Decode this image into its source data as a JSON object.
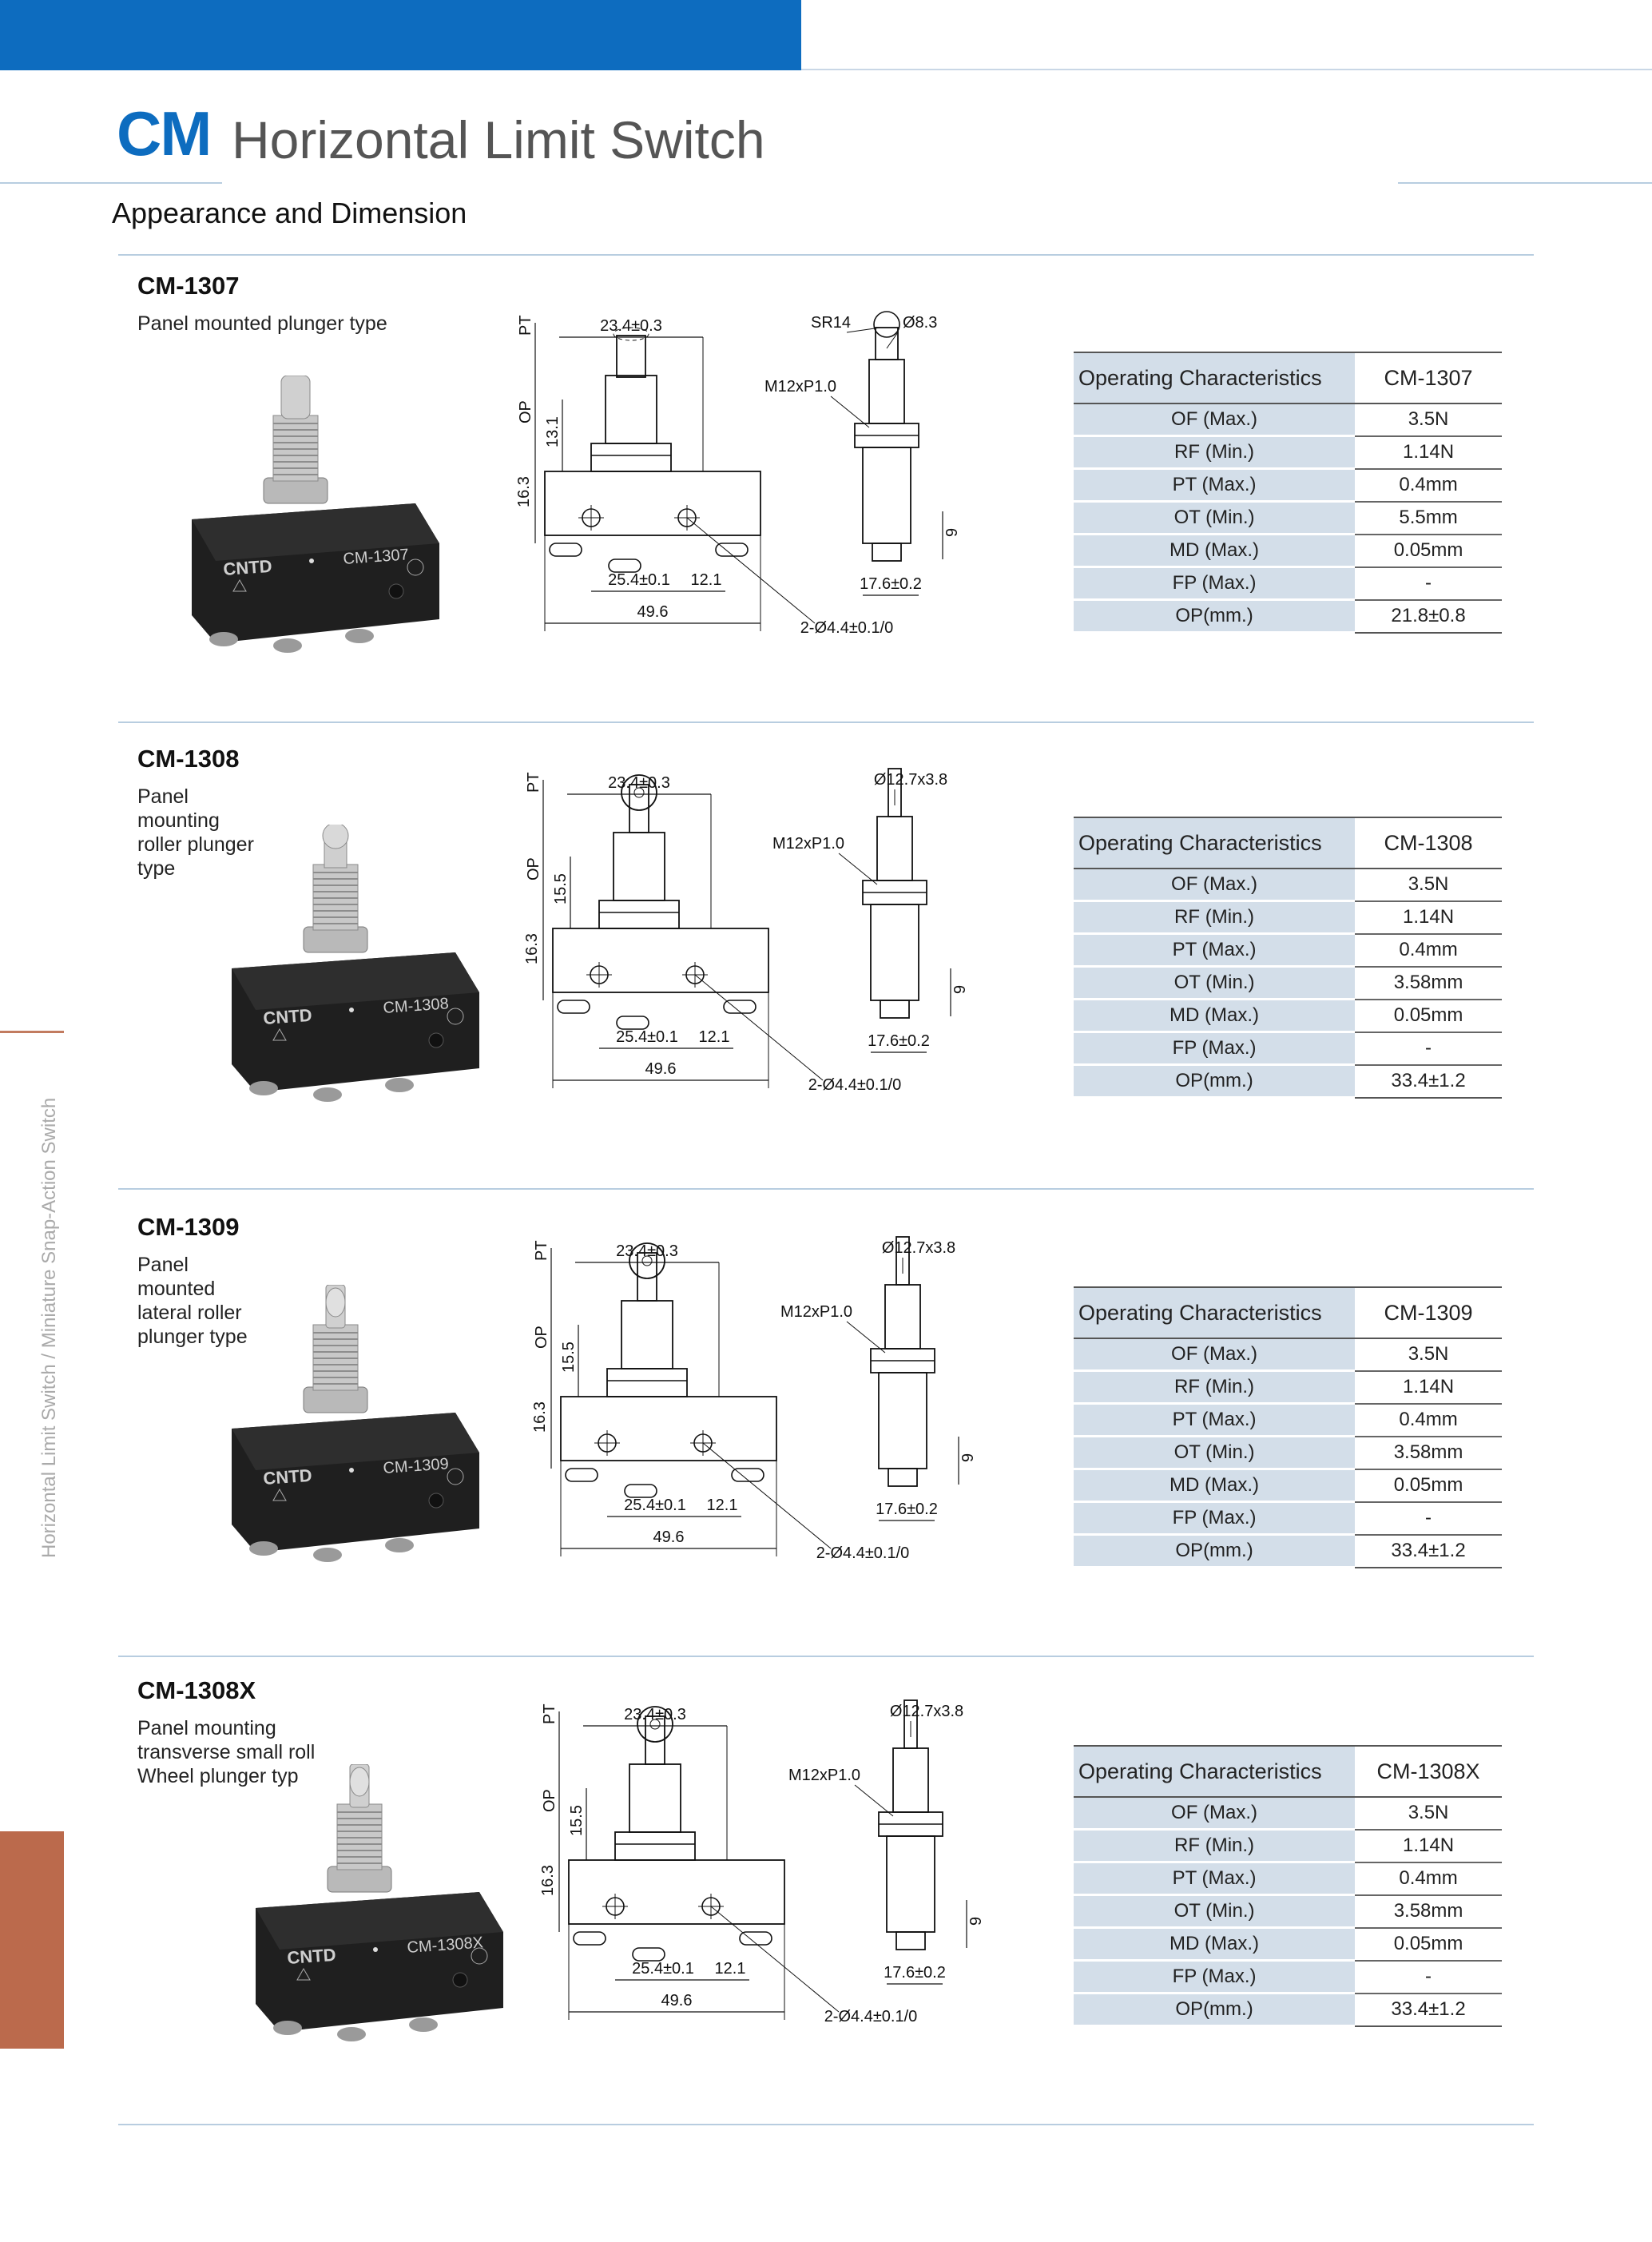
{
  "header": {
    "brand": "CM",
    "title": "Horizontal Limit Switch",
    "section": "Appearance and Dimension"
  },
  "side_text": "Horizontal Limit Switch / Miniature Snap-Action Switch",
  "colors": {
    "accent_blue": "#0d6cbf",
    "side_block": "#bb6a4c",
    "table_label_bg": "#d3dee9"
  },
  "spec_labels": [
    "OF (Max.)",
    "RF (Min.)",
    "PT (Max.)",
    "OT (Min.)",
    "MD (Max.)",
    "FP (Max.)",
    "OP(mm.)"
  ],
  "products": [
    {
      "model": "CM-1307",
      "desc_lines": [
        "Panel mounted plunger type"
      ],
      "photo_label": "CM-1307",
      "table": {
        "header_label": "Operating Characteristics",
        "header_value": "CM-1307",
        "values": [
          "3.5N",
          "1.14N",
          "0.4mm",
          "5.5mm",
          "0.05mm",
          "-",
          "21.8±0.8"
        ]
      },
      "dims": {
        "pt": "PT",
        "op": "OP",
        "width_top": "23.4±0.3",
        "sr": "SR14",
        "dia": "Ø8.3",
        "thread": "M12xP1.0",
        "h1": "13.1",
        "h2": "16.3",
        "h3": "9",
        "pitch": "25.4±0.1",
        "offset": "12.1",
        "depth": "17.6±0.2",
        "total": "49.6",
        "holes": "2-Ø4.4±0.1/0"
      }
    },
    {
      "model": "CM-1308",
      "desc_lines": [
        "Panel",
        "mounting",
        "roller plunger",
        "type"
      ],
      "photo_label": "CM-1308",
      "table": {
        "header_label": "Operating Characteristics",
        "header_value": "CM-1308",
        "values": [
          "3.5N",
          "1.14N",
          "0.4mm",
          "3.58mm",
          "0.05mm",
          "-",
          "33.4±1.2"
        ]
      },
      "dims": {
        "pt": "PT",
        "op": "OP",
        "width_top": "23.4±0.3",
        "sr": "",
        "dia": "Ø12.7x3.8",
        "thread": "M12xP1.0",
        "h1": "15.5",
        "h2": "16.3",
        "h3": "9",
        "pitch": "25.4±0.1",
        "offset": "12.1",
        "depth": "17.6±0.2",
        "total": "49.6",
        "holes": "2-Ø4.4±0.1/0"
      }
    },
    {
      "model": "CM-1309",
      "desc_lines": [
        "Panel",
        "mounted",
        "lateral roller",
        "plunger type"
      ],
      "photo_label": "CM-1309",
      "table": {
        "header_label": "Operating Characteristics",
        "header_value": "CM-1309",
        "values": [
          "3.5N",
          "1.14N",
          "0.4mm",
          "3.58mm",
          "0.05mm",
          "-",
          "33.4±1.2"
        ]
      },
      "dims": {
        "pt": "PT",
        "op": "OP",
        "width_top": "23.4±0.3",
        "sr": "",
        "dia": "Ø12.7x3.8",
        "thread": "M12xP1.0",
        "h1": "15.5",
        "h2": "16.3",
        "h3": "9",
        "pitch": "25.4±0.1",
        "offset": "12.1",
        "depth": "17.6±0.2",
        "total": "49.6",
        "holes": "2-Ø4.4±0.1/0"
      }
    },
    {
      "model": "CM-1308X",
      "desc_lines": [
        "Panel mounting",
        "transverse small roll",
        "Wheel plunger typ"
      ],
      "photo_label": "CM-1308X",
      "table": {
        "header_label": "Operating Characteristics",
        "header_value": "CM-1308X",
        "values": [
          "3.5N",
          "1.14N",
          "0.4mm",
          "3.58mm",
          "0.05mm",
          "-",
          "33.4±1.2"
        ]
      },
      "dims": {
        "pt": "PT",
        "op": "OP",
        "width_top": "23.4±0.3",
        "sr": "",
        "dia": "Ø12.7x3.8",
        "thread": "M12xP1.0",
        "h1": "15.5",
        "h2": "16.3",
        "h3": "9",
        "pitch": "25.4±0.1",
        "offset": "12.1",
        "depth": "17.6±0.2",
        "total": "49.6",
        "holes": "2-Ø4.4±0.1/0"
      }
    }
  ]
}
